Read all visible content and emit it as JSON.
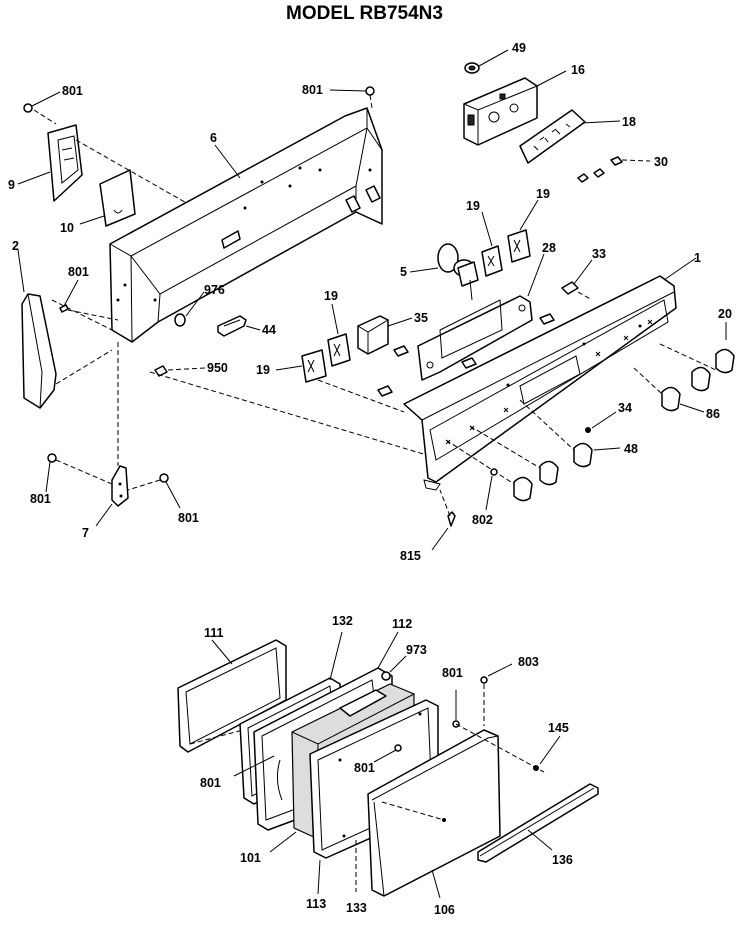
{
  "title": "MODEL RB754N3",
  "labels": {
    "p49": "49",
    "p16": "16",
    "p18": "18",
    "p30": "30",
    "p801_a": "801",
    "p801_b": "801",
    "p801_c": "801",
    "p801_d": "801",
    "p801_e": "801",
    "p801_f": "801",
    "p801_g": "801",
    "p801_h": "801",
    "p6": "6",
    "p9": "9",
    "p10": "10",
    "p2": "2",
    "p976": "976",
    "p44": "44",
    "p950": "950",
    "p7": "7",
    "p19_a": "19",
    "p19_b": "19",
    "p19_c": "19",
    "p19_d": "19",
    "p5": "5",
    "p28": "28",
    "p33": "33",
    "p1": "1",
    "p20": "20",
    "p35": "35",
    "p86": "86",
    "p34": "34",
    "p48": "48",
    "p802": "802",
    "p815": "815",
    "p111": "111",
    "p132": "132",
    "p112": "112",
    "p973": "973",
    "p803": "803",
    "p145": "145",
    "p101": "101",
    "p113": "113",
    "p133": "133",
    "p106": "106",
    "p136": "136"
  }
}
